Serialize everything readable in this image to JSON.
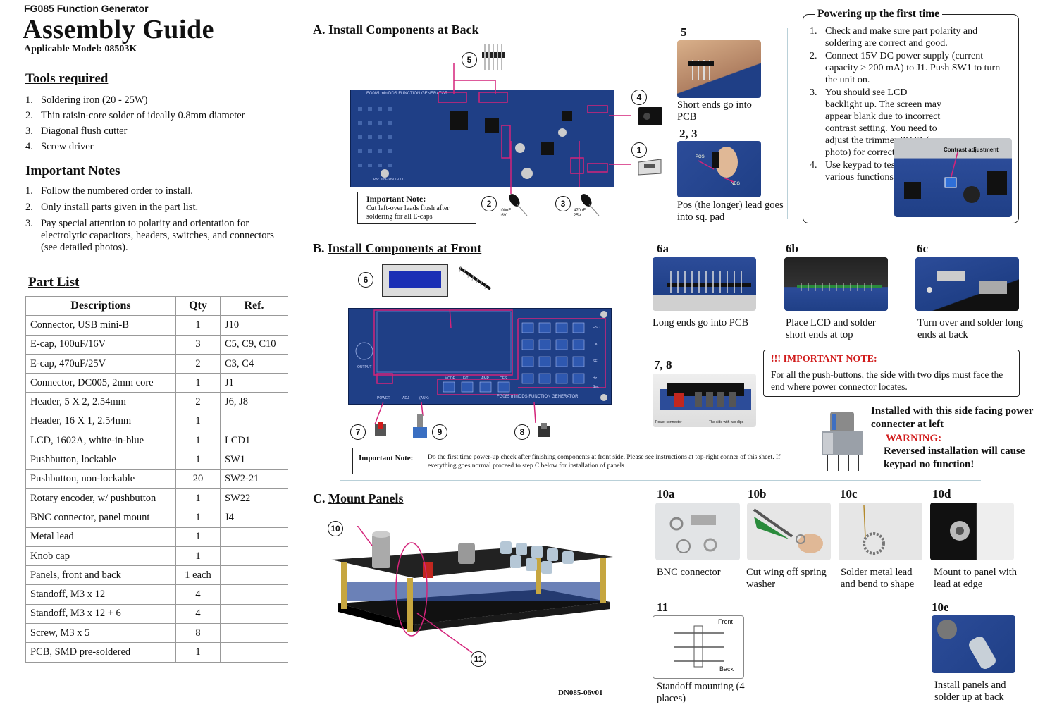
{
  "header": {
    "model_line": "FG085 Function Generator",
    "title": "Assembly Guide",
    "subtitle": "Applicable Model: 08503K"
  },
  "tools": {
    "heading": "Tools required",
    "items": [
      "Soldering iron (20 - 25W)",
      "Thin raisin-core solder of ideally 0.8mm diameter",
      "Diagonal flush cutter",
      "Screw driver"
    ]
  },
  "notes": {
    "heading": "Important Notes",
    "items": [
      "Follow the numbered order to install.",
      "Only install parts given in the part list.",
      "Pay special attention to polarity and orientation for electrolytic capacitors, headers, switches, and connectors (see detailed photos)."
    ]
  },
  "parts": {
    "heading": "Part List",
    "columns": [
      "Descriptions",
      "Qty",
      "Ref."
    ],
    "rows": [
      [
        "Connector, USB mini-B",
        "1",
        "J10"
      ],
      [
        "E-cap, 100uF/16V",
        "3",
        "C5, C9, C10"
      ],
      [
        "E-cap, 470uF/25V",
        "2",
        "C3, C4"
      ],
      [
        "Connector, DC005, 2mm core",
        "1",
        "J1"
      ],
      [
        "Header, 5 X 2, 2.54mm",
        "2",
        "J6, J8"
      ],
      [
        "Header, 16 X 1, 2.54mm",
        "1",
        ""
      ],
      [
        "LCD, 1602A, white-in-blue",
        "1",
        "LCD1"
      ],
      [
        "Pushbutton, lockable",
        "1",
        "SW1"
      ],
      [
        "Pushbutton, non-lockable",
        "20",
        "SW2-21"
      ],
      [
        "Rotary encoder, w/ pushbutton",
        "1",
        "SW22"
      ],
      [
        "BNC connector, panel mount",
        "1",
        "J4"
      ],
      [
        "Metal lead",
        "1",
        ""
      ],
      [
        "Knob cap",
        "1",
        ""
      ],
      [
        "Panels, front and back",
        "1 each",
        ""
      ],
      [
        "Standoff, M3 x 12",
        "4",
        ""
      ],
      [
        "Standoff, M3 x 12 + 6",
        "4",
        ""
      ],
      [
        "Screw, M3 x 5",
        "8",
        ""
      ],
      [
        "PCB, SMD pre-soldered",
        "1",
        ""
      ]
    ]
  },
  "sectionA": {
    "letter": "A.",
    "title": "Install Components  at Back",
    "board_label": "FG085 miniDDS FUNCTION GENERATOR",
    "pn_label": "PN: 109-08500-00C",
    "note_title": "Important Note:",
    "note_text": "Cut left-over leads flush after soldering for all E-caps",
    "cap1_label": "100uF 16V",
    "cap2_label": "470uF 25V",
    "markers": [
      "1",
      "2",
      "3",
      "4",
      "5"
    ],
    "step5_num": "5",
    "step5_caption": "Short ends go into PCB",
    "step23_num": "2, 3",
    "step23_pos": "POS",
    "step23_neg": "NEG",
    "step23_caption": "Pos (the longer) lead goes into sq. pad"
  },
  "powering": {
    "title": "Powering up the first time",
    "items": [
      "Check and make sure part polarity and soldering are correct and good.",
      "Connect 15V DC power supply (current capacity > 200 mA) to J1. Push SW1 to turn the unit on.",
      "You should see LCD backlight up. The screen may appear blank due to incorrect contrast setting. You need to adjust the trimmer POT1 (see photo) for correct contrast.",
      "Use keypad to test various functions."
    ],
    "photo_label": "Contrast adjustment"
  },
  "sectionB": {
    "letter": "B.",
    "title": "Install Components at Front",
    "board_label": "FG085 miniDDS FUNCTION GENERATOR",
    "markers": [
      "6",
      "7",
      "8",
      "9"
    ],
    "pcb_labels": [
      "OUTPUT",
      "POWER",
      "ADJ",
      "(AUX)",
      "MODE",
      "F/T",
      "AMP",
      "OFS",
      "ESC",
      "OK",
      "SEL",
      "Hz",
      "Sec"
    ],
    "note_title": "Important Note:",
    "note_text": "Do the first time power-up check after finishing components at front side. Please see instructions at top-right conner of this sheet. If everything goes normal proceed to step C below for  installation of panels",
    "s6a_num": "6a",
    "s6a_caption": "Long ends go into PCB",
    "s6b_num": "6b",
    "s6b_caption": "Place LCD and solder short ends  at top",
    "s6c_num": "6c",
    "s6c_caption": "Turn over and solder long ends at back",
    "s78_num": "7, 8",
    "s78_photo_left": "Power connector",
    "s78_photo_right": "The side with two dips",
    "imp_title": "!!! IMPORTANT NOTE:",
    "imp_text": "For all the push-buttons, the side with two dips must face  the end where power connector locates.",
    "installed_text": "Installed with this side facing power connecter at left",
    "warning_title": "WARNING:",
    "warning_text": "Reversed installation will cause keypad no function!"
  },
  "sectionC": {
    "letter": "C.",
    "title": "Mount Panels",
    "markers": [
      "10",
      "11"
    ],
    "s10a_num": "10a",
    "s10a_caption": "BNC connector",
    "s10b_num": "10b",
    "s10b_caption": "Cut wing off spring washer",
    "s10c_num": "10c",
    "s10c_caption": "Solder metal lead and bend to shape",
    "s10d_num": "10d",
    "s10d_caption": "Mount to panel with lead at edge",
    "s11_num": "11",
    "s11_front": "Front",
    "s11_back": "Back",
    "s11_caption": "Standoff mounting (4 places)",
    "s10e_num": "10e",
    "s10e_caption": "Install panels and solder up at back"
  },
  "footer": {
    "doc_id": "DN085-06v01"
  },
  "colors": {
    "pcb_blue": "#1f3f86",
    "magenta": "#d4237a",
    "warning_red": "#d11a1a",
    "divider": "#b9d0d8"
  }
}
